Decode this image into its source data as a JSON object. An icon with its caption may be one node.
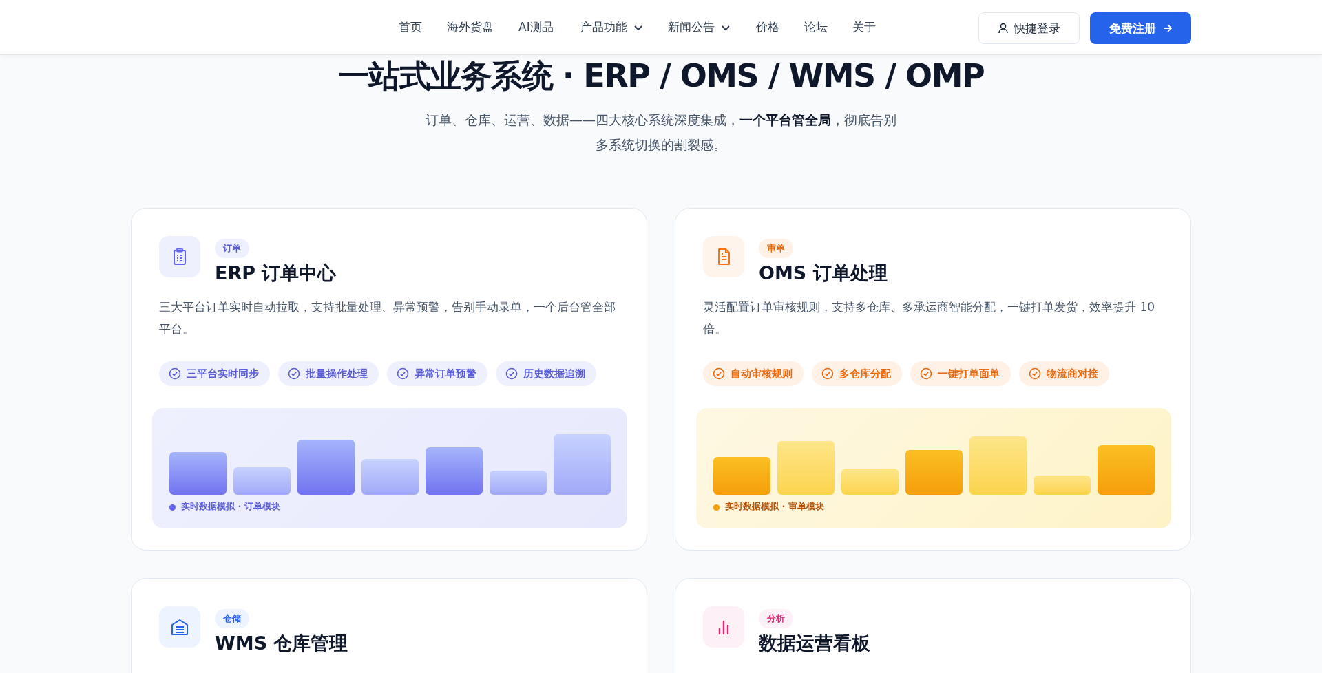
{
  "diagram": {
    "title": "一站式业务系统 · ERP / OMS / WMS / OMP",
    "caption": "订单、仓库、运营、数据——四大核心系统深度集成，**一个平台管全局**，彻底告别多系统切换的割裂感。",
    "nodes": [
      {
        "text": [
          "订单",
          "ERP 订单中心",
          "三大平台订单实时自动拉取，支持批量处理、异常预警，告别手动录单，一个后台管全部平台。"
        ]
      },
      {
        "text": [
          "三平台实时同步"
        ],
        "in": 0
      },
      {
        "text": [
          "批量操作处理"
        ],
        "in": 0
      },
      {
        "text": [
          "异常订单预警"
        ],
        "in": 0
      },
      {
        "text": [
          "历史数据追溯"
        ],
        "in": 0
      },
      {
        "text": [
          "实时数据模拟 · 订单模块"
        ],
        "in": 0
      },
      {
        "text": [
          "审单",
          "OMS 订单处理",
          "灵活配置订单审核规则，支持多仓库、多承运商智能分配，一键打单发货，效率提升 10 倍。"
        ]
      },
      {
        "text": [
          "自动审核规则"
        ],
        "in": 6
      },
      {
        "text": [
          "多仓库分配"
        ],
        "in": 6
      },
      {
        "text": [
          "一键打单面单"
        ],
        "in": 6
      },
      {
        "text": [
          "物流商对接"
        ],
        "in": 6
      },
      {
        "text": [
          "实时数据模拟 · 审单模块"
        ],
        "in": 6
      },
      {
        "text": [
          "仓储",
          "WMS 仓库管理"
        ]
      },
      {
        "text": [
          "分析",
          "数据运营看板"
        ]
      }
    ],
    "labels": [
      "首页",
      "海外货盘",
      "AI测品",
      "产品功能",
      "新闻公告",
      "价格",
      "论坛",
      "关于",
      "快捷登录",
      "免费注册"
    ]
  }
}
